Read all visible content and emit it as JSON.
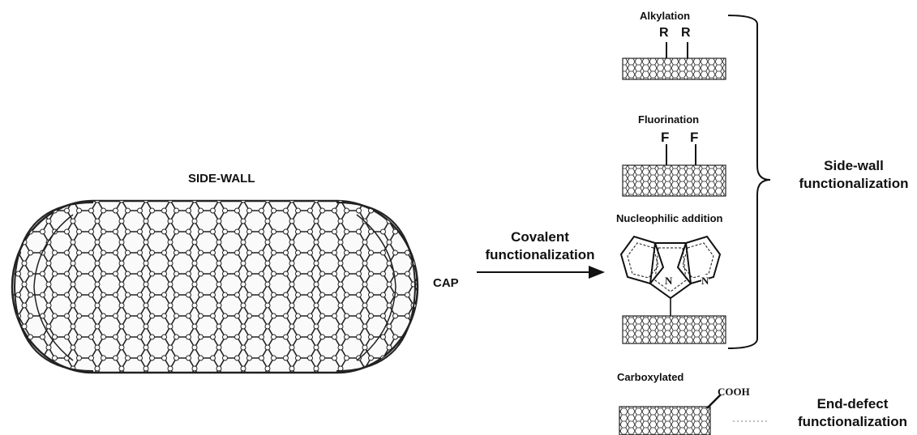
{
  "labels": {
    "side_wall": "SIDE-WALL",
    "cap": "CAP",
    "covalent_line1": "Covalent",
    "covalent_line2": "functionalization",
    "alkylation": "Alkylation",
    "fluorination": "Fluorination",
    "nucleophilic": "Nucleophilic addition",
    "carboxylated": "Carboxylated",
    "cooh": "COOH",
    "sidewall_func_line1": "Side-wall",
    "sidewall_func_line2": "functionalization",
    "enddefect_line1": "End-defect",
    "enddefect_line2": "functionalization"
  },
  "groups": {
    "alkyl": [
      "R",
      "R"
    ],
    "fluoro": [
      "F",
      "F"
    ],
    "nitrogen": [
      "N",
      "N"
    ]
  },
  "colors": {
    "ink": "#111111",
    "tube_fill": "#f2f2f2"
  }
}
